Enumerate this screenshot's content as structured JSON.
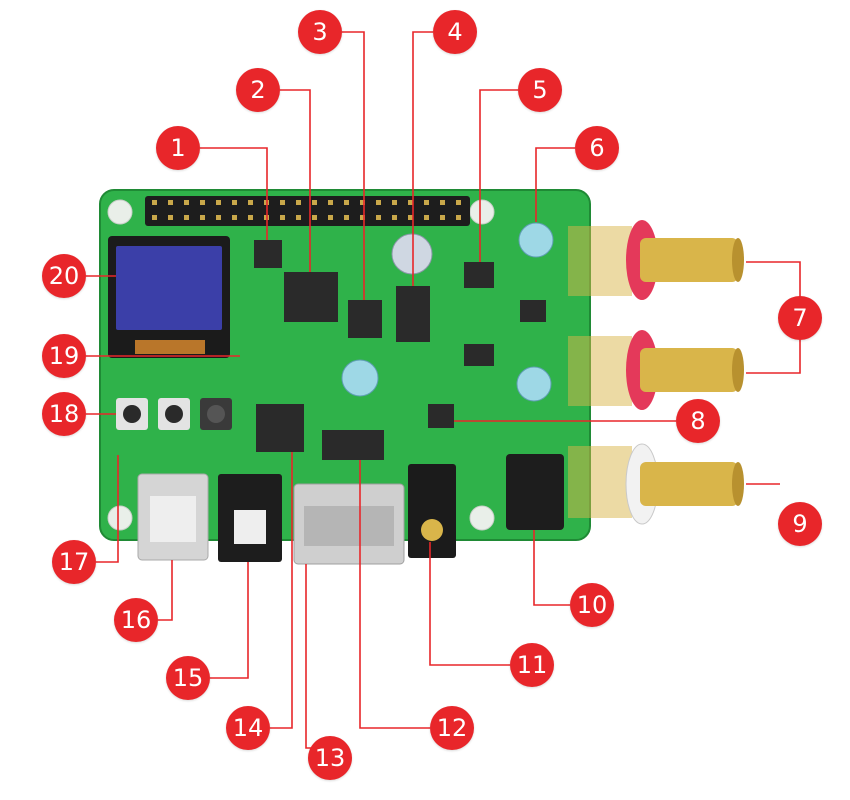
{
  "image": {
    "subject": "green audio expansion HAT board with numbered red callouts",
    "colors": {
      "pcb": "#2fb24a",
      "pcb_dark": "#23913a",
      "callout": "#e8262a",
      "leader": "#e8262a",
      "rca_red_ring": "#e4395a",
      "rca_white_ring": "#f2f2f2",
      "gold": "#d9b54a",
      "oled": "#3b3fa8"
    }
  },
  "callouts": [
    "1",
    "2",
    "3",
    "4",
    "5",
    "6",
    "7",
    "8",
    "9",
    "10",
    "11",
    "12",
    "13",
    "14",
    "15",
    "16",
    "17",
    "18",
    "19",
    "20"
  ]
}
